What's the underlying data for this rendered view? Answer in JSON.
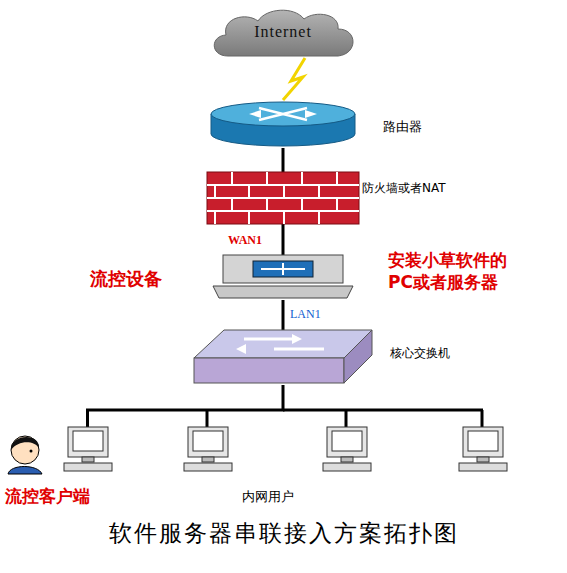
{
  "diagram": {
    "caption": "软件服务器串联接入方案拓扑图",
    "nodes": [
      {
        "text": [
          "Internet"
        ]
      },
      {
        "text": [
          "路由器"
        ]
      },
      {
        "text": [
          "防火墙或者NAT"
        ]
      },
      {
        "text": [
          "流控设备",
          "安装小草软件的 PC或者服务器"
        ]
      },
      {
        "text": [
          "核心交换机"
        ]
      },
      {
        "text": [
          "流控客户端"
        ]
      }
    ],
    "edges": [
      {
        "from": 0,
        "to": 1,
        "arrow": "none"
      },
      {
        "from": 1,
        "to": 2,
        "arrow": "none"
      },
      {
        "from": 2,
        "to": 3,
        "arrow": "none"
      },
      {
        "from": 3,
        "to": 4,
        "arrow": "none"
      },
      {
        "from": 4,
        "to": 5,
        "arrow": "none"
      }
    ],
    "labels": [
      "WAN1",
      "LAN1",
      "内网用户"
    ]
  }
}
